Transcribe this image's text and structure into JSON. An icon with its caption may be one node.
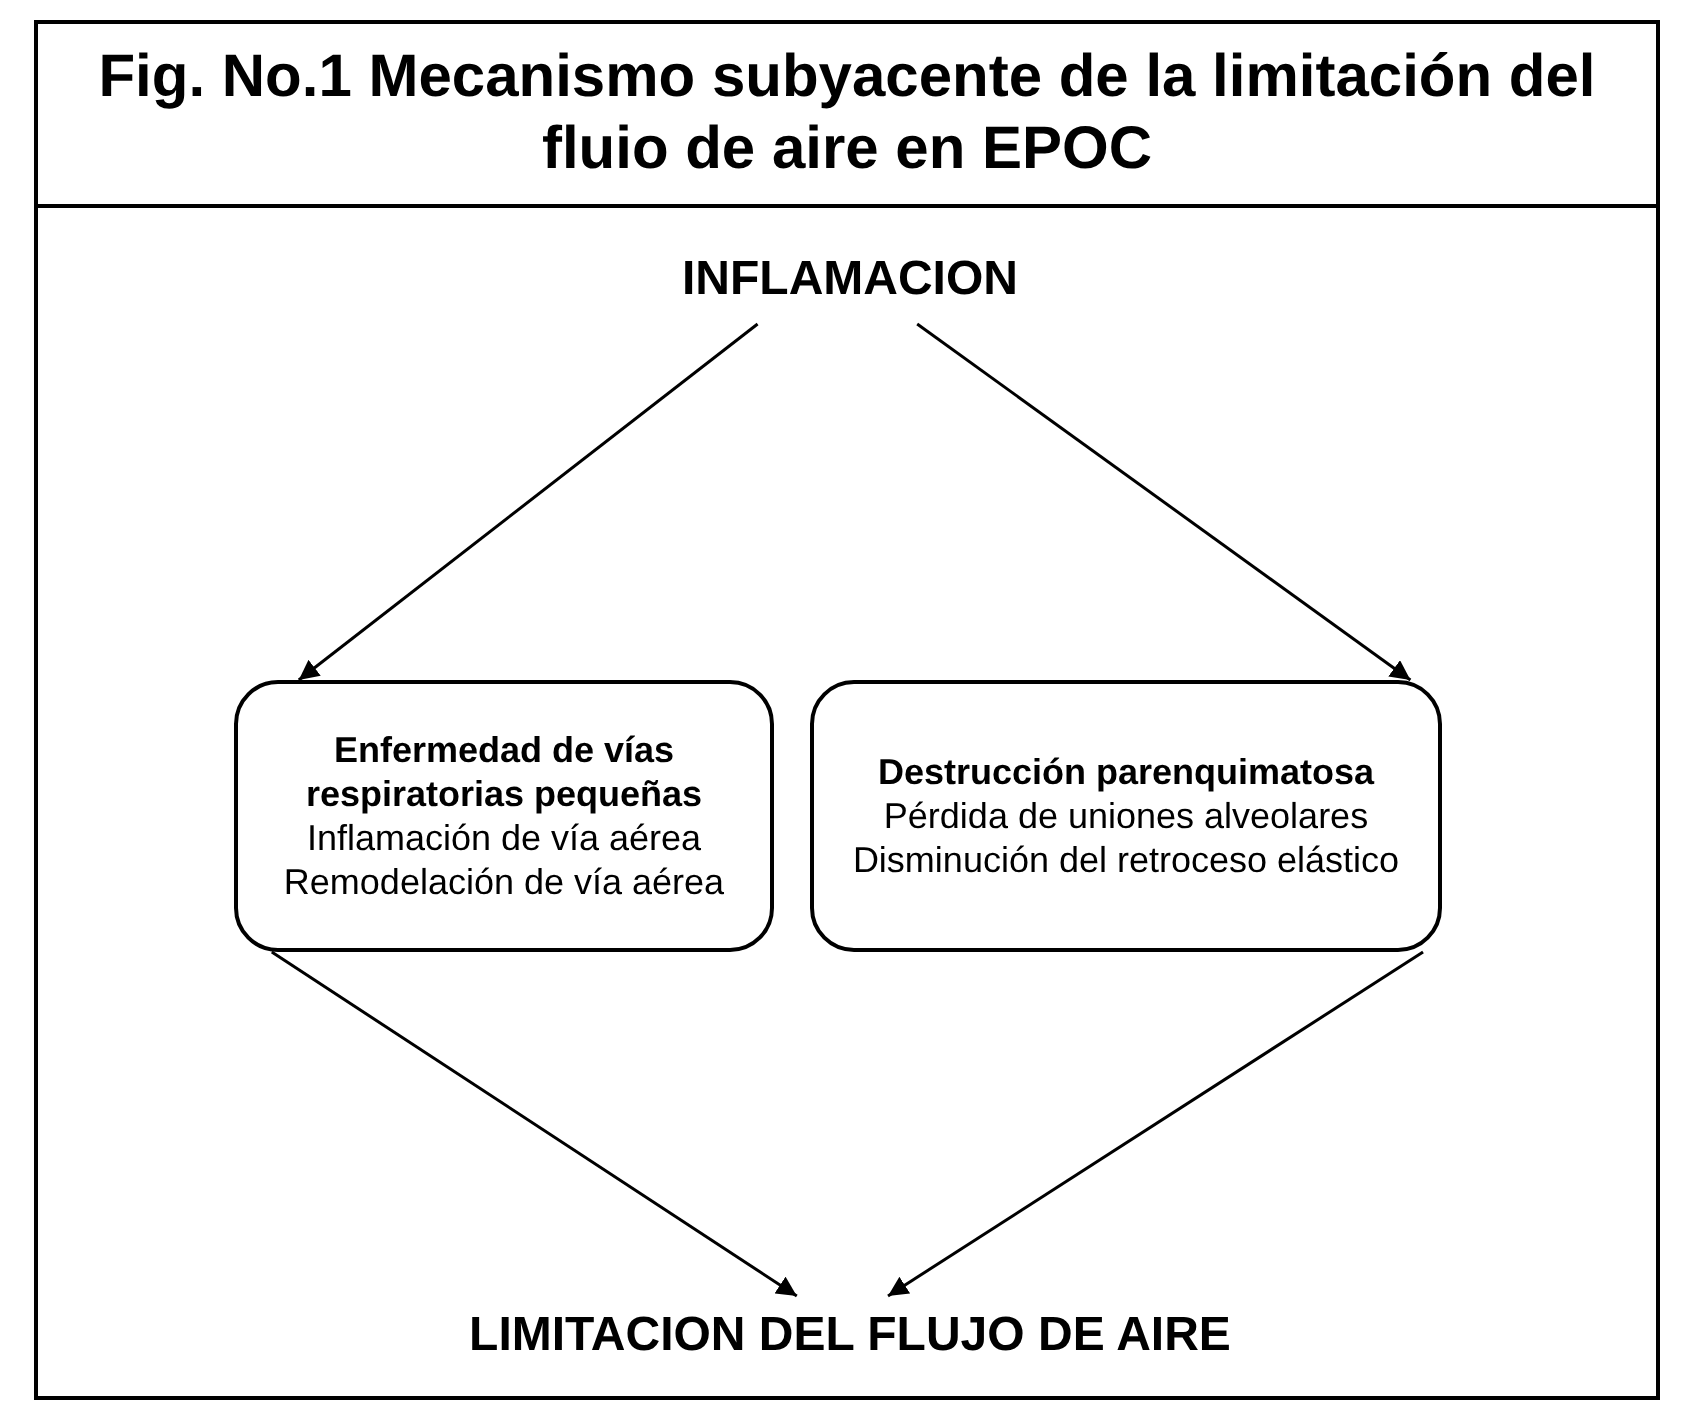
{
  "diagram": {
    "title": "Fig. No.1 Mecanismo subyacente de la limitación del fluio de aire en EPOC",
    "nodes": [
      {
        "text": [
          "INFLAMACION"
        ]
      },
      {
        "text": [
          "Enfermedad de vías respiratorias pequeñas",
          "Inflamación de vía aérea",
          "Remodelación de vía aérea"
        ]
      },
      {
        "text": [
          "Destrucción parenquimatosa",
          "Pérdida de uniones alveolares",
          "Disminución del retroceso elástico"
        ]
      },
      {
        "text": [
          "LIMITACION DEL FLUJO DE AIRE"
        ]
      }
    ],
    "edges": [
      {
        "from": 0,
        "to": 1,
        "arrow": "to"
      },
      {
        "from": 0,
        "to": 2,
        "arrow": "to"
      },
      {
        "from": 1,
        "to": 3,
        "arrow": "to"
      },
      {
        "from": 2,
        "to": 3,
        "arrow": "to"
      }
    ]
  }
}
